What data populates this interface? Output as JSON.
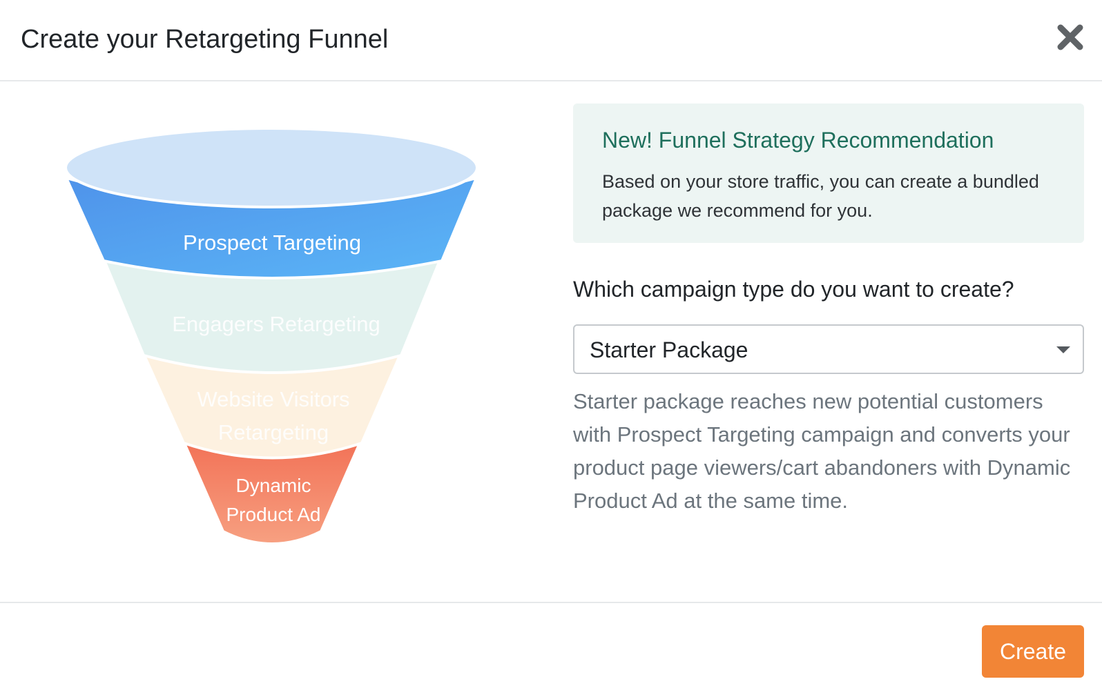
{
  "modal": {
    "title": "Create your Retargeting Funnel",
    "close_icon": "close-icon"
  },
  "funnel": {
    "segments": [
      {
        "label": "Prospect Targeting",
        "color": "#5aa2ef"
      },
      {
        "label": "Engagers Retargeting",
        "color": "#e3f2ef"
      },
      {
        "label_line1": "Website Visitors",
        "label_line2": "Retargeting",
        "color": "#fdf1e0"
      },
      {
        "label_line1": "Dynamic",
        "label_line2": "Product Ad",
        "color": "#f47f61"
      }
    ],
    "top_color": "#cfe3f8"
  },
  "recommendation": {
    "title": "New! Funnel Strategy Recommendation",
    "text": "Based on your store traffic, you can create a bundled package we recommend for you."
  },
  "campaign": {
    "question": "Which campaign type do you want to create?",
    "selected": "Starter Package",
    "description": "Starter package reaches new potential customers with Prospect Targeting campaign and converts your product page viewers/cart abandoners with Dynamic Product Ad at the same time."
  },
  "footer": {
    "create_label": "Create"
  },
  "colors": {
    "accent": "#f28536",
    "reco_bg": "#edf5f3",
    "reco_title": "#1e6f5c"
  }
}
